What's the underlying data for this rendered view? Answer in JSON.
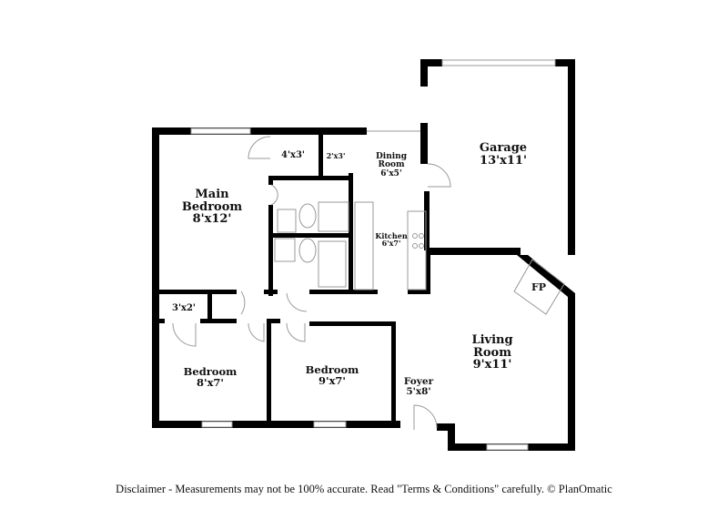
{
  "rooms": {
    "garage": {
      "name": "Garage",
      "size": "13'x11'"
    },
    "main_bedroom": {
      "name": "Main Bedroom",
      "size": "8'x12'"
    },
    "closet_4x3": {
      "size": "4'x3'"
    },
    "closet_2x3": {
      "size": "2'x3'"
    },
    "dining": {
      "name": "Dining Room",
      "size": "6'x5'"
    },
    "kitchen": {
      "name": "Kitchen",
      "size": "6'x7'"
    },
    "fireplace": {
      "name": "FP"
    },
    "living": {
      "name": "Living Room",
      "size": "9'x11'"
    },
    "closet_3x2": {
      "size": "3'x2'"
    },
    "bedroom1": {
      "name": "Bedroom",
      "size": "8'x7'"
    },
    "bedroom2": {
      "name": "Bedroom",
      "size": "9'x7'"
    },
    "foyer": {
      "name": "Foyer",
      "size": "5'x8'"
    }
  },
  "disclaimer": "Disclaimer - Measurements may not be 100% accurate. Read \"Terms & Conditions\" carefully. © PlanOmatic",
  "colors": {
    "wall": "#000000",
    "fixture": "#999999"
  }
}
